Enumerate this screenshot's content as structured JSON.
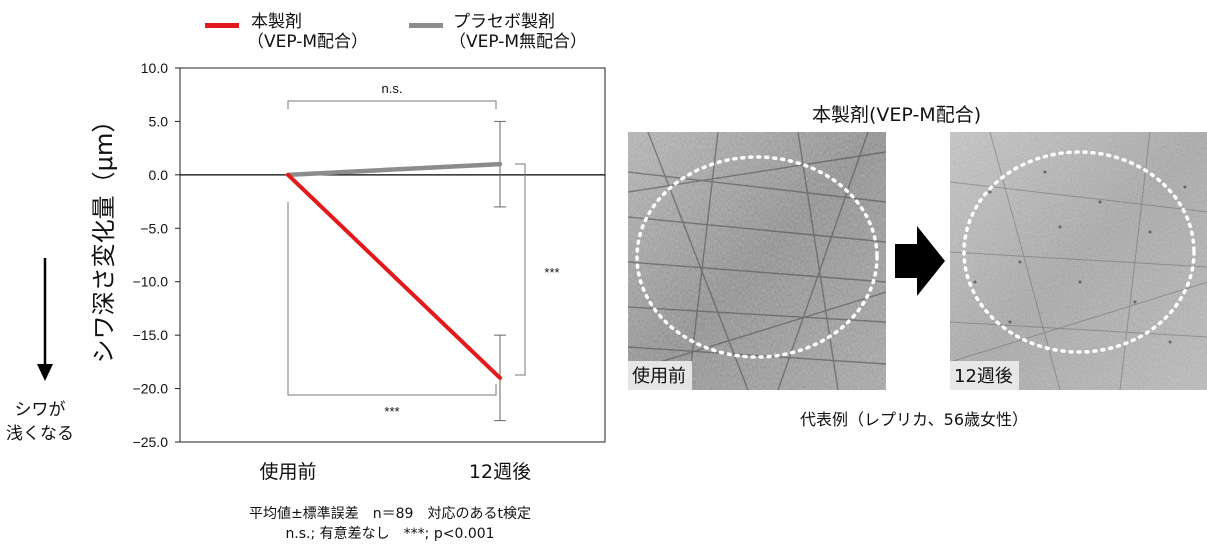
{
  "chart_data": {
    "type": "line",
    "title": "",
    "xlabel": "",
    "ylabel": "シワ深さ変化量（μm）",
    "categories": [
      "使用前",
      "12週後"
    ],
    "ylim": [
      -25,
      10
    ],
    "yticks": [
      "10.0",
      "5.0",
      "0.0",
      "-5.0",
      "-10.0",
      "-15.0",
      "-20.0",
      "-25.0"
    ],
    "ytick_values": [
      10,
      5,
      0,
      -5,
      -10,
      -15,
      -20,
      -25
    ],
    "grid": false,
    "legend_position": "top",
    "series": [
      {
        "name": "本製剤",
        "name_line2": "（VEP-M配合）",
        "color": "#e31a1c",
        "values": [
          0,
          -19
        ],
        "error": [
          null,
          4
        ]
      },
      {
        "name": "プラセボ製剤",
        "name_line2": "（VEP-M無配合）",
        "color": "#8c8c8c",
        "values": [
          0,
          1
        ],
        "error": [
          null,
          4
        ]
      }
    ],
    "annotations": {
      "placebo_within": "n.s.",
      "active_within": "***",
      "between_groups": "***"
    }
  },
  "direction_note": {
    "line1": "シワが",
    "line2": "浅くなる"
  },
  "footnote": {
    "line1": "平均値±標準誤差　n＝89　対応のあるt検定",
    "line2": "n.s.; 有意差なし　***; p<0.001"
  },
  "photos": {
    "heading": "本製剤(VEP-M配合)",
    "before_label": "使用前",
    "after_label": "12週後",
    "caption": "代表例（レプリカ、56歳女性）"
  }
}
